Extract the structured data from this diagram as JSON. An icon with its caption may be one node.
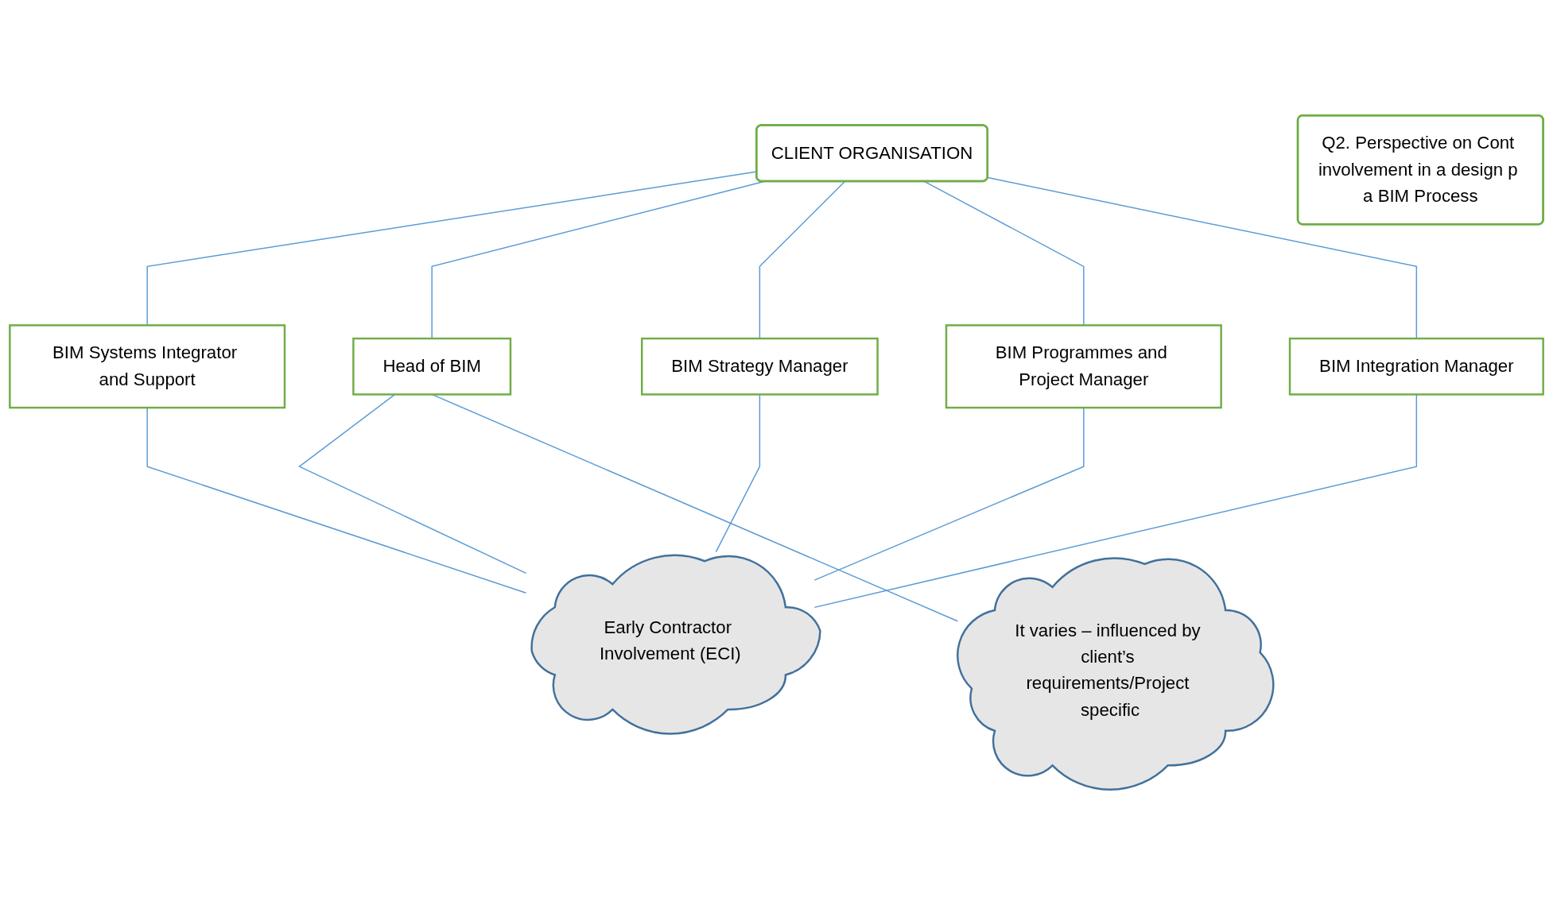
{
  "diagram": {
    "nodes": [
      {
        "text": [
          "CLIENT ORGANISATION"
        ]
      },
      {
        "text": [
          "Q2. Perspective on Cont involvement in a design p a BIM Process"
        ]
      },
      {
        "text": [
          "BIM Systems Integrator and Support"
        ]
      },
      {
        "text": [
          "Head of BIM"
        ]
      },
      {
        "text": [
          "BIM Strategy Manager"
        ]
      },
      {
        "text": [
          "BIM Programmes and Project Manager"
        ]
      },
      {
        "text": [
          "BIM Integration Manager"
        ]
      },
      {
        "text": [
          "Early Contractor Involvement (ECI)"
        ]
      },
      {
        "text": [
          "It varies – influenced by client’s requirements/Project specific"
        ]
      }
    ],
    "edges": [
      {
        "from": 0,
        "to": 2,
        "arrow": "none"
      },
      {
        "from": 0,
        "to": 3,
        "arrow": "none"
      },
      {
        "from": 0,
        "to": 4,
        "arrow": "none"
      },
      {
        "from": 0,
        "to": 5,
        "arrow": "none"
      },
      {
        "from": 0,
        "to": 6,
        "arrow": "none"
      },
      {
        "from": 2,
        "to": 7,
        "arrow": "none"
      },
      {
        "from": 3,
        "to": 7,
        "arrow": "none"
      },
      {
        "from": 3,
        "to": 8,
        "arrow": "none"
      },
      {
        "from": 4,
        "to": 7,
        "arrow": "none"
      },
      {
        "from": 5,
        "to": 7,
        "arrow": "none"
      },
      {
        "from": 6,
        "to": 7,
        "arrow": "none"
      }
    ]
  }
}
